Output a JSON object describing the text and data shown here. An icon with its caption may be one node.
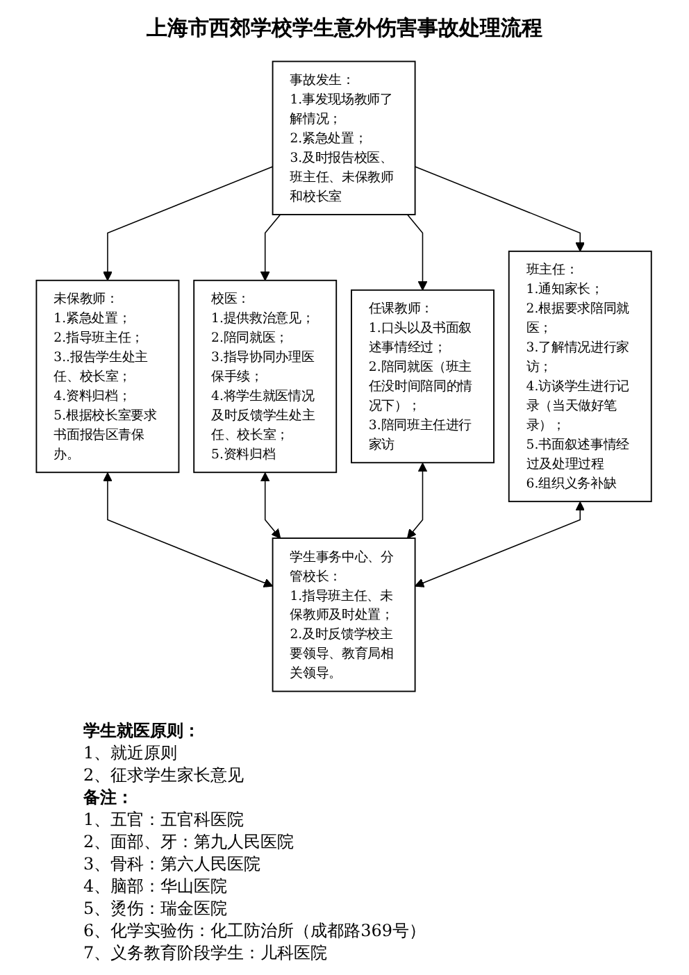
{
  "diagram": {
    "title": "上海市西郊学校学生意外伤害事故处理流程",
    "nodes": [
      {
        "text": [
          "事故发生：",
          "1.事发现场教师了解情况；",
          "2.紧急处置；",
          "3.及时报告校医、班主任、未保教师和校长室"
        ]
      },
      {
        "text": [
          "未保教师：",
          "1.紧急处置；",
          "2.指导班主任；",
          "3..报告学生处主任、校长室；",
          "4.资料归档；",
          "5.根据校长室要求书面报告区青保办。"
        ]
      },
      {
        "text": [
          "校医：",
          "1.提供救治意见；",
          "2.陪同就医；",
          "3.指导协同办理医保手续；",
          "4.将学生就医情况及时反馈学生处主任、校长室；",
          "5.资料归档"
        ]
      },
      {
        "text": [
          "任课教师：",
          "1.口头以及书面叙述事情经过；",
          "2.陪同就医（班主任没时间陪同的情况下）；",
          "3.陪同班主任进行家访"
        ]
      },
      {
        "text": [
          "班主任：",
          "1.通知家长；",
          "2.根据要求陪同就医；",
          "3.了解情况进行家访；",
          "4.访谈学生进行记录（当天做好笔录）；",
          "5.书面叙述事情经过及处理过程",
          "6.组织义务补缺"
        ]
      },
      {
        "text": [
          "学生事务中心、分管校长：",
          "1.指导班主任、未保教师及时处置；",
          "2.及时反馈学校主要领导、教育局相关领导。"
        ]
      }
    ],
    "edges": [
      {
        "from": 0,
        "to": 1,
        "arrow": "to"
      },
      {
        "from": 0,
        "to": 2,
        "arrow": "to"
      },
      {
        "from": 0,
        "to": 3,
        "arrow": "to"
      },
      {
        "from": 0,
        "to": 4,
        "arrow": "to"
      },
      {
        "from": 1,
        "to": 5,
        "arrow": "both"
      },
      {
        "from": 2,
        "to": 5,
        "arrow": "both"
      },
      {
        "from": 3,
        "to": 5,
        "arrow": "both"
      },
      {
        "from": 4,
        "to": 5,
        "arrow": "both"
      }
    ],
    "labels": [
      "学生就医原则：",
      "1、就近原则",
      "2、征求学生家长意见",
      "备注：",
      "1、五官：五官科医院",
      "2、面部、牙：第九人民医院",
      "3、骨科：第六人民医院",
      "4、脑部：华山医院",
      "5、烫伤：瑞金医院",
      "6、化学实验伤：化工防治所（成都路369号）",
      "7、义务教育阶段学生：儿科医院"
    ]
  }
}
